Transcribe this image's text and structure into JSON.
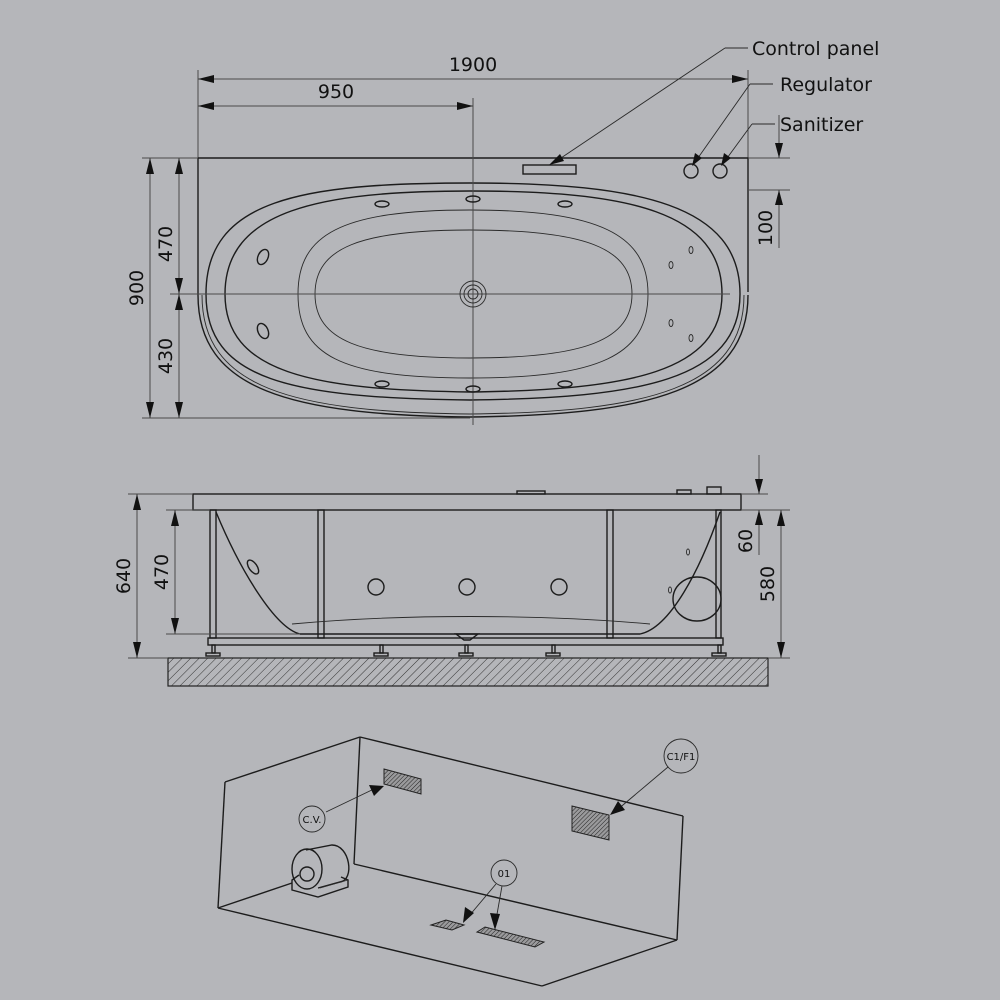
{
  "drawing": {
    "background": "#b5b6ba",
    "line_color": "#1c1c1c"
  },
  "top_view": {
    "callouts": {
      "control_panel": "Control panel",
      "regulator": "Regulator",
      "sanitizer": "Sanitizer"
    },
    "dimensions": {
      "overall_length": "1900",
      "half_length": "950",
      "overall_width": "900",
      "width_upper": "470",
      "width_lower": "430",
      "deck_depth": "100"
    }
  },
  "side_view": {
    "dimensions": {
      "overall_height": "640",
      "inner_depth": "470",
      "rim_height": "60",
      "body_height": "580"
    }
  },
  "iso_view": {
    "tags": {
      "cv": "C.V.",
      "c1f1": "C1/F1",
      "o1": "01"
    }
  }
}
